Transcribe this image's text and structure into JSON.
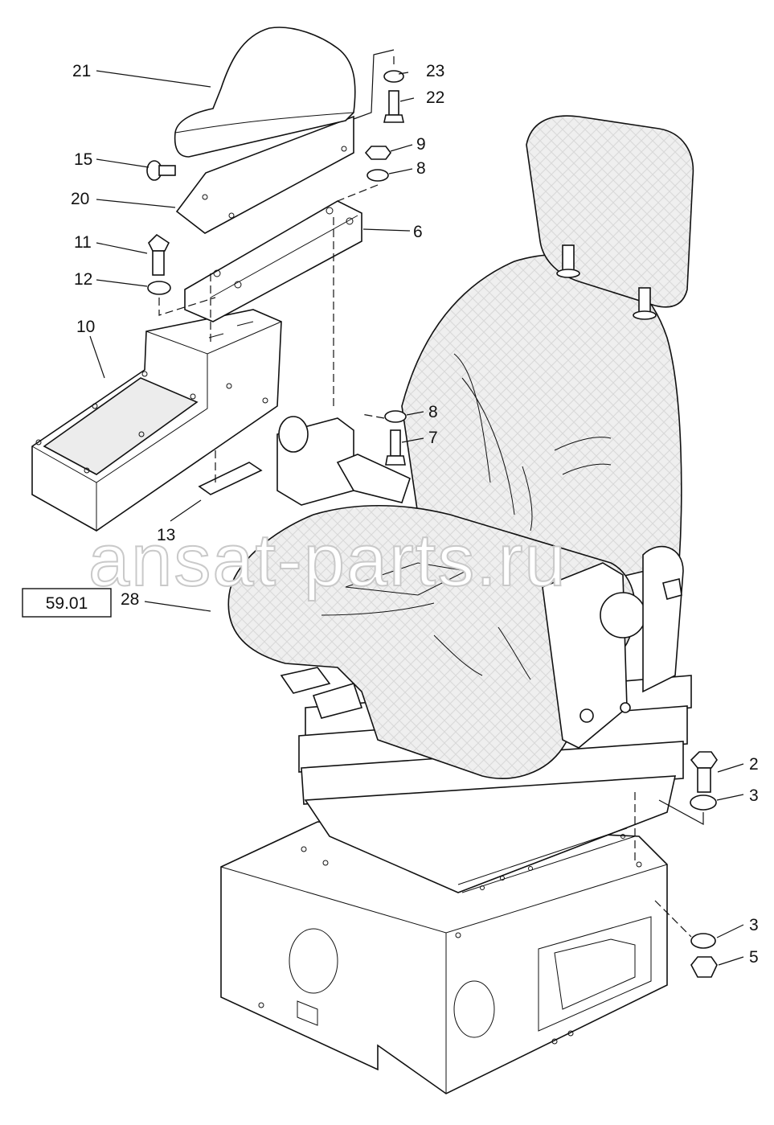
{
  "reference_box": {
    "label": "59.01"
  },
  "watermark": {
    "text": "ansat-parts.ru"
  },
  "callouts": {
    "c21": "21",
    "c23": "23",
    "c22": "22",
    "c15": "15",
    "c9": "9",
    "c8a": "8",
    "c20": "20",
    "c6": "6",
    "c11": "11",
    "c12": "12",
    "c10": "10",
    "c8b": "8",
    "c7": "7",
    "c13": "13",
    "c28": "28",
    "c2": "2",
    "c3a": "3",
    "c3b": "3",
    "c5": "5"
  }
}
